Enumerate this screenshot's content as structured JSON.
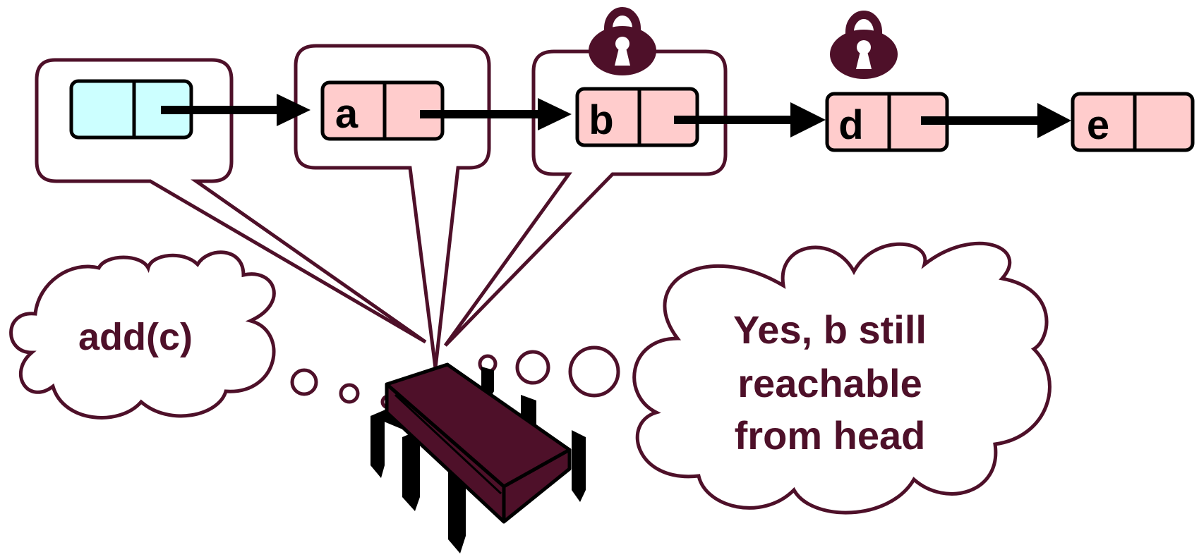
{
  "colors": {
    "outline": "#4e1029",
    "chip_body": "#4e1029",
    "head_node_fill": "#ccffff",
    "node_fill": "#ffcccc",
    "arrow": "#000000"
  },
  "list": {
    "nodes": [
      {
        "label": "",
        "kind": "head"
      },
      {
        "label": "a",
        "kind": "node"
      },
      {
        "label": "b",
        "kind": "node",
        "locked": true
      },
      {
        "label": "d",
        "kind": "node",
        "locked": true
      },
      {
        "label": "e",
        "kind": "node"
      }
    ]
  },
  "thoughts": {
    "left_cloud": "add(c)",
    "right_cloud": [
      "Yes, b still",
      "reachable",
      "from head"
    ]
  },
  "icons": [
    "lock-icon",
    "processor-chip-icon",
    "thought-bubble-icon"
  ]
}
